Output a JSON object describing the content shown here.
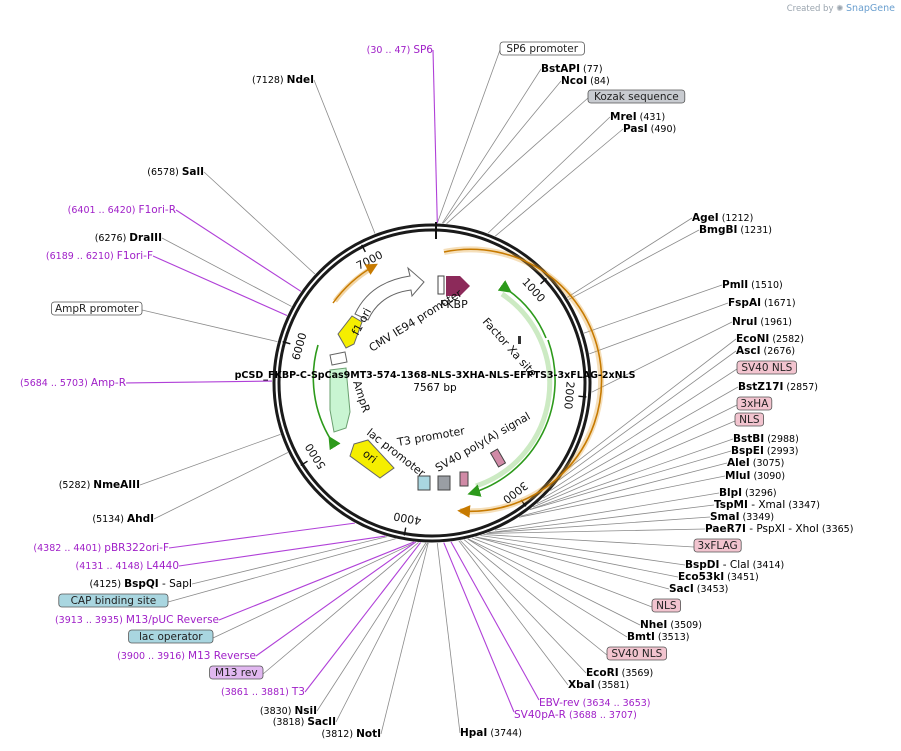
{
  "credit": {
    "prefix": "Created by",
    "brand": "SnapGene"
  },
  "plasmid": {
    "name": "pCSD_FKBP-C-SpCas9MT3-574-1368-NLS-3XHA-NLS-EFPTS3-3xFLAG-2xNLS",
    "length_label": "7567 bp",
    "length": 7567
  },
  "ticks": [
    "1000",
    "2000",
    "3000",
    "4000",
    "5000",
    "6000",
    "7000"
  ],
  "inner_features": [
    "FKBP",
    "Factor Xa site",
    "CMV IE94 promoter",
    "f1 ori",
    "AmpR",
    "lac promoter",
    "ori",
    "T3 promoter",
    "SV40 poly(A) signal"
  ],
  "right_labels": [
    {
      "kind": "box",
      "text": "SP6 promoter",
      "color": "#ffffff"
    },
    {
      "kind": "site",
      "name": "BstAPI",
      "pos": "(77)"
    },
    {
      "kind": "site",
      "name": "NcoI",
      "pos": "(84)"
    },
    {
      "kind": "box",
      "text": "Kozak sequence",
      "color": "#c8cbd0"
    },
    {
      "kind": "site",
      "name": "MreI",
      "pos": "(431)"
    },
    {
      "kind": "site",
      "name": "PasI",
      "pos": "(490)"
    },
    {
      "kind": "site",
      "name": "AgeI",
      "pos": "(1212)"
    },
    {
      "kind": "site",
      "name": "BmgBI",
      "pos": "(1231)"
    },
    {
      "kind": "site",
      "name": "PmlI",
      "pos": "(1510)"
    },
    {
      "kind": "site",
      "name": "FspAI",
      "pos": "(1671)"
    },
    {
      "kind": "site",
      "name": "NruI",
      "pos": "(1961)"
    },
    {
      "kind": "site",
      "name": "EcoNI",
      "pos": "(2582)"
    },
    {
      "kind": "site",
      "name": "AscI",
      "pos": "(2676)"
    },
    {
      "kind": "box",
      "text": "SV40 NLS",
      "color": "#f2c4cf"
    },
    {
      "kind": "site",
      "name": "BstZ17I",
      "pos": "(2857)"
    },
    {
      "kind": "box",
      "text": "3xHA",
      "color": "#f2c4cf"
    },
    {
      "kind": "box",
      "text": "NLS",
      "color": "#f2c4cf"
    },
    {
      "kind": "site",
      "name": "BstBI",
      "pos": "(2988)"
    },
    {
      "kind": "site",
      "name": "BspEI",
      "pos": "(2993)"
    },
    {
      "kind": "site",
      "name": "AleI",
      "pos": "(3075)"
    },
    {
      "kind": "site",
      "name": "MluI",
      "pos": "(3090)"
    },
    {
      "kind": "site",
      "name": "BlpI",
      "pos": "(3296)"
    },
    {
      "kind": "site",
      "name": "TspMI",
      "pos": "",
      "extra": "- XmaI",
      "extra_pos": "(3347)"
    },
    {
      "kind": "site",
      "name": "SmaI",
      "pos": "(3349)"
    },
    {
      "kind": "site",
      "name": "PaeR7I",
      "pos": "",
      "extra": "- PspXI  - XhoI",
      "extra_pos": "(3365)"
    },
    {
      "kind": "box",
      "text": "3xFLAG",
      "color": "#f2c4cf"
    },
    {
      "kind": "site",
      "name": "BspDI",
      "pos": "",
      "extra": "- ClaI",
      "extra_pos": "(3414)"
    },
    {
      "kind": "site",
      "name": "Eco53kI",
      "pos": "(3451)"
    },
    {
      "kind": "site",
      "name": "SacI",
      "pos": "(3453)"
    },
    {
      "kind": "box",
      "text": "NLS",
      "color": "#f2c4cf"
    },
    {
      "kind": "site",
      "name": "NheI",
      "pos": "(3509)"
    },
    {
      "kind": "site",
      "name": "BmtI",
      "pos": "(3513)"
    },
    {
      "kind": "box",
      "text": "SV40 NLS",
      "color": "#f2c4cf"
    },
    {
      "kind": "site",
      "name": "EcoRI",
      "pos": "(3569)"
    },
    {
      "kind": "site",
      "name": "XbaI",
      "pos": "(3581)"
    }
  ],
  "bottom_labels": [
    {
      "kind": "primer",
      "name": "EBV-rev",
      "pos": "(3634 .. 3653)"
    },
    {
      "kind": "primer",
      "name": "SV40pA-R",
      "pos": "(3688 .. 3707)"
    },
    {
      "kind": "site",
      "name": "HpaI",
      "pos": "(3744)"
    },
    {
      "kind": "site",
      "name": "NotI",
      "pos": "(3812)"
    },
    {
      "kind": "site",
      "name": "SacII",
      "pos": "(3818)"
    },
    {
      "kind": "site",
      "name": "NsiI",
      "pos": "(3830)"
    }
  ],
  "left_labels": [
    {
      "kind": "primer",
      "name": "SP6",
      "pos": "(30 .. 47)"
    },
    {
      "kind": "site",
      "name": "NdeI",
      "pos": "(7128)"
    },
    {
      "kind": "site",
      "name": "SalI",
      "pos": "(6578)"
    },
    {
      "kind": "primer",
      "name": "F1ori-R",
      "pos": "(6401 .. 6420)"
    },
    {
      "kind": "site",
      "name": "DraIII",
      "pos": "(6276)"
    },
    {
      "kind": "primer",
      "name": "F1ori-F",
      "pos": "(6189 .. 6210)"
    },
    {
      "kind": "box",
      "text": "AmpR promoter",
      "color": "#ffffff"
    },
    {
      "kind": "primer",
      "name": "Amp-R",
      "pos": "(5684 .. 5703)"
    },
    {
      "kind": "site",
      "name": "NmeAIII",
      "pos": "(5282)"
    },
    {
      "kind": "site",
      "name": "AhdI",
      "pos": "(5134)"
    },
    {
      "kind": "primer",
      "name": "pBR322ori-F",
      "pos": "(4382 .. 4401)"
    },
    {
      "kind": "primer",
      "name": "L4440",
      "pos": "(4131 .. 4148)"
    },
    {
      "kind": "site",
      "name": "BspQI",
      "pos": "(4125)",
      "extra": "- SapI"
    },
    {
      "kind": "box",
      "text": "CAP binding site",
      "color": "#a9d6e0"
    },
    {
      "kind": "primer",
      "name": "M13/pUC Reverse",
      "pos": "(3913 .. 3935)"
    },
    {
      "kind": "box",
      "text": "lac operator",
      "color": "#a9d6e0"
    },
    {
      "kind": "primer",
      "name": "M13 Reverse",
      "pos": "(3900 .. 3916)"
    },
    {
      "kind": "box",
      "text": "M13 rev",
      "color": "#e1b8f0"
    },
    {
      "kind": "primer",
      "name": "T3",
      "pos": "(3861 .. 3881)"
    }
  ]
}
